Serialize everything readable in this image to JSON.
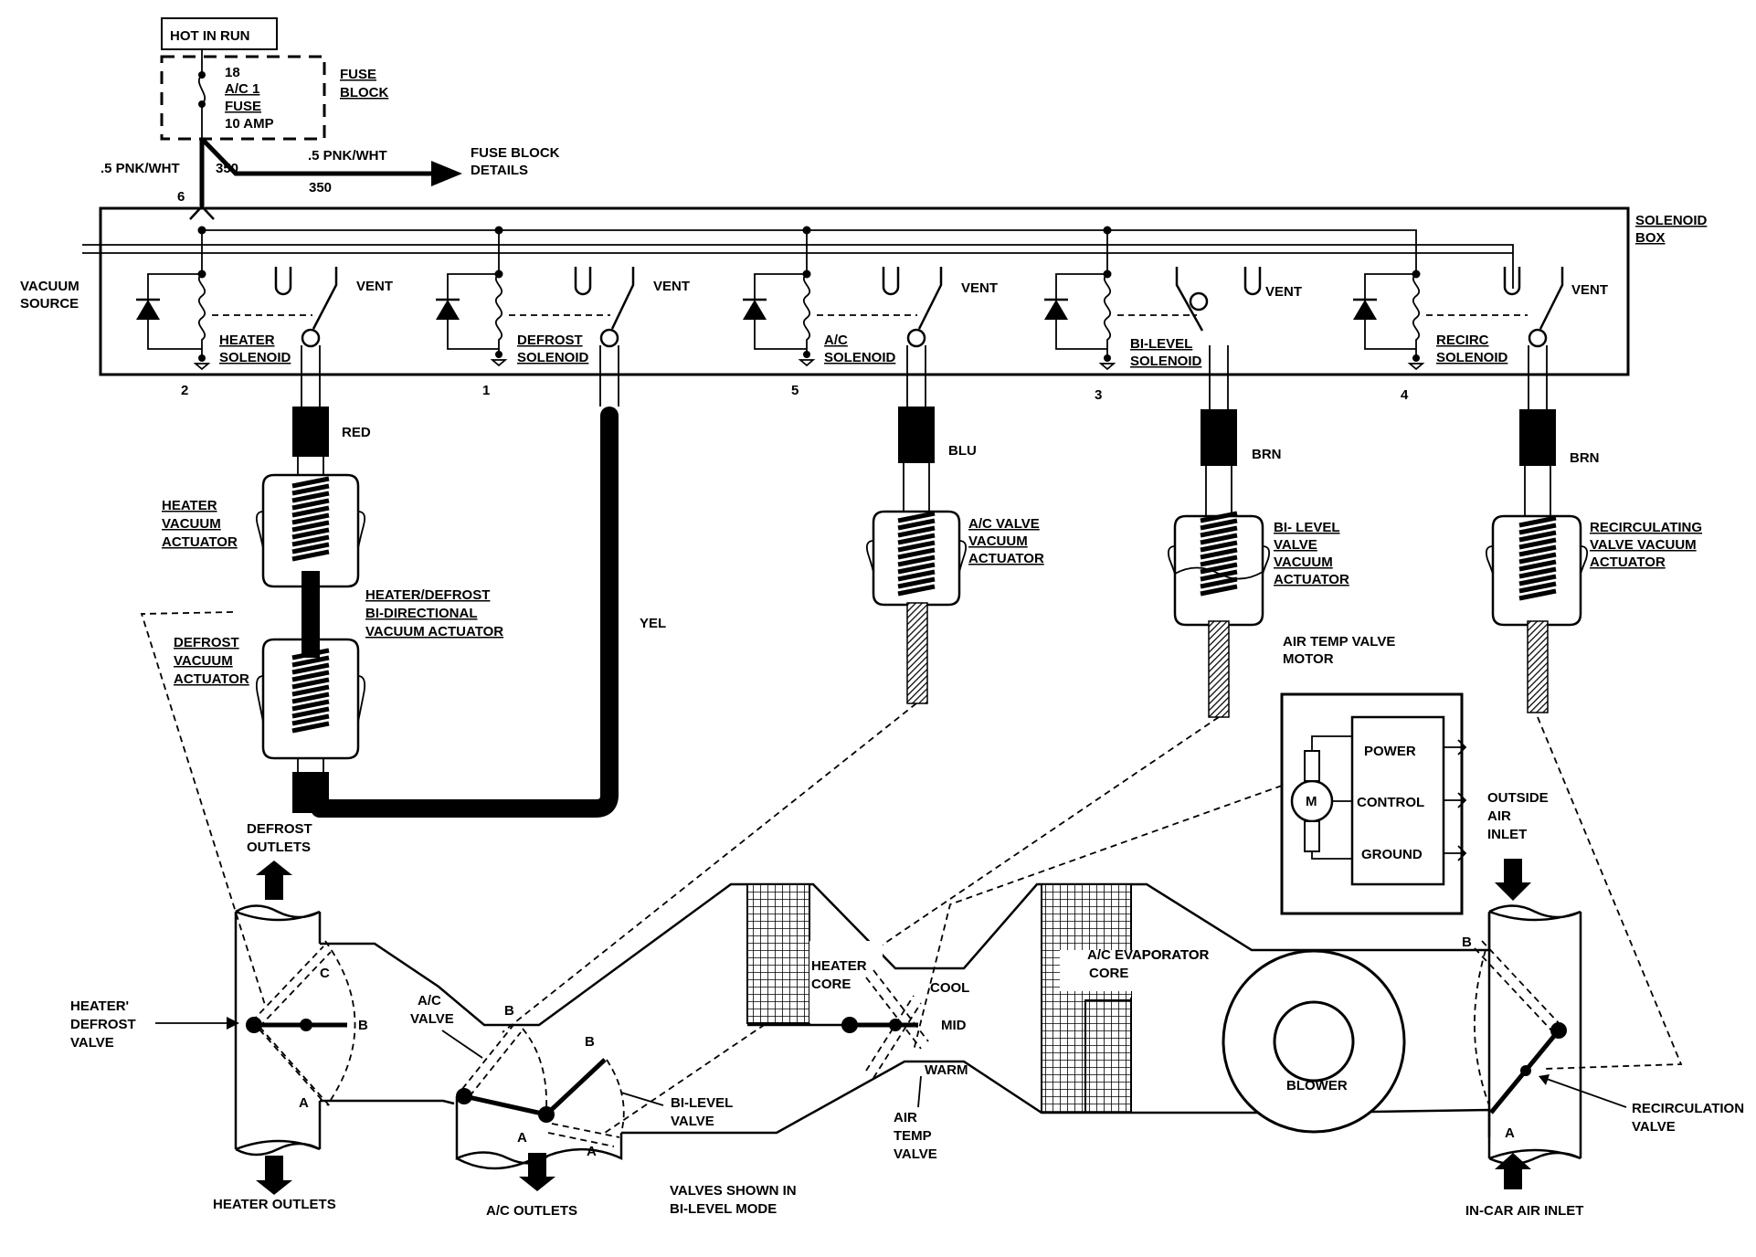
{
  "power": {
    "hot_in_run": "HOT IN RUN",
    "fuse_line1": "18",
    "fuse_line2": "A/C 1",
    "fuse_line3": "FUSE",
    "fuse_line4": "10 AMP",
    "fuse_block_1": "FUSE",
    "fuse_block_2": "BLOCK",
    "wire_left": ".5 PNK/WHT",
    "wire_left_circuit": "350",
    "wire_right": ".5 PNK/WHT",
    "wire_right_circuit": "350",
    "fuse_details_1": "FUSE BLOCK",
    "fuse_details_2": "DETAILS",
    "pin_6": "6"
  },
  "solenoid_box": {
    "label_1": "SOLENOID",
    "label_2": "BOX",
    "vacuum_source_1": "VACUUM",
    "vacuum_source_2": "SOURCE",
    "vent": "VENT",
    "solenoids": [
      {
        "name1": "HEATER",
        "name2": "SOLENOID",
        "pin": "2"
      },
      {
        "name1": "DEFROST",
        "name2": "SOLENOID",
        "pin": "1"
      },
      {
        "name1": "A/C",
        "name2": "SOLENOID",
        "pin": "5"
      },
      {
        "name1": "BI-LEVEL",
        "name2": "SOLENOID",
        "pin": "3"
      },
      {
        "name1": "RECIRC",
        "name2": "SOLENOID",
        "pin": "4"
      }
    ]
  },
  "hoses": {
    "red": "RED",
    "yel": "YEL",
    "blu": "BLU",
    "brn1": "BRN",
    "brn2": "BRN"
  },
  "actuators": {
    "heater": [
      "HEATER",
      "VACUUM",
      "ACTUATOR"
    ],
    "bidirectional": [
      "HEATER/DEFROST",
      "BI-DIRECTIONAL",
      "VACUUM ACTUATOR"
    ],
    "defrost": [
      "DEFROST",
      "VACUUM",
      "ACTUATOR"
    ],
    "ac_valve": [
      "A/C VALVE",
      "VACUUM",
      "ACTUATOR"
    ],
    "bilevel": [
      "BI- LEVEL",
      "VALVE",
      "VACUUM",
      "ACTUATOR"
    ],
    "recirc": [
      "RECIRCULATING",
      "VALVE VACUUM",
      "ACTUATOR"
    ]
  },
  "motor": {
    "label_1": "AIR TEMP VALVE",
    "label_2": "MOTOR",
    "m": "M",
    "power": "POWER",
    "control": "CONTROL",
    "ground": "GROUND"
  },
  "airflow": {
    "defrost_outlets_1": "DEFROST",
    "defrost_outlets_2": "OUTLETS",
    "heater_defrost_valve_1": "HEATER'",
    "heater_defrost_valve_2": "DEFROST",
    "heater_defrost_valve_3": "VALVE",
    "heater_outlets": "HEATER OUTLETS",
    "ac_valve_1": "A/C",
    "ac_valve_2": "VALVE",
    "ac_outlets": "A/C OUTLETS",
    "bilevel_valve_1": "BI-LEVEL",
    "bilevel_valve_2": "VALVE",
    "valves_shown_1": "VALVES SHOWN IN",
    "valves_shown_2": "BI-LEVEL MODE",
    "heater_core_1": "HEATER",
    "heater_core_2": "CORE",
    "cool": "COOL",
    "mid": "MID",
    "warm": "WARM",
    "air_temp_valve_1": "AIR",
    "air_temp_valve_2": "TEMP",
    "air_temp_valve_3": "VALVE",
    "evap_1": "A/C EVAPORATOR",
    "evap_2": "CORE",
    "blower": "BLOWER",
    "outside_air_1": "OUTSIDE",
    "outside_air_2": "AIR",
    "outside_air_3": "INLET",
    "recirc_valve_1": "RECIRCULATION",
    "recirc_valve_2": "VALVE",
    "in_car_air": "IN-CAR AIR INLET",
    "letter_a": "A",
    "letter_b": "B",
    "letter_c": "C"
  }
}
